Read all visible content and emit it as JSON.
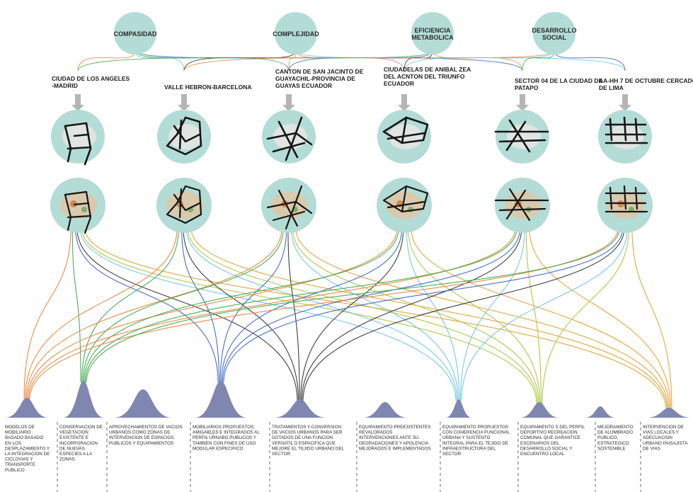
{
  "principles": [
    {
      "label": [
        "COMPASIDAD"
      ]
    },
    {
      "label": [
        "COMPLEJIDAD"
      ]
    },
    {
      "label": [
        "EFICIENCIA",
        "METABOLICA"
      ]
    },
    {
      "label": [
        "DESARROLLO",
        "SOCIAL"
      ]
    }
  ],
  "cases": [
    {
      "label": [
        "CIUDAD DE LOS ANGELES",
        "-MADRID"
      ]
    },
    {
      "label": [
        "VALLE HEBRON-BARCELONA"
      ]
    },
    {
      "label": [
        "CANTON DE SAN JACINTO DE",
        "GUAYACHIL-PROVINCIA DE",
        "GUAYAS ECUADOR"
      ]
    },
    {
      "label": [
        "CIUDADELAS DE ANIBAL ZEA",
        "DEL ACNTON DEL TRIUNFO",
        "ECUADOR"
      ]
    },
    {
      "label": [
        "SECTOR 04 DE LA CIUDAD DE",
        "PATAPO"
      ]
    },
    {
      "label": [
        "AA-HH 7 DE OCTUBRE CERCADO",
        "DE LIMA"
      ]
    }
  ],
  "strategies": [
    {
      "label": [
        "MODELOS DE",
        "MOBILIARIO",
        "BASADO BASADO",
        "EN LOS",
        "DESPLAZAMIENTO Y",
        "LA INTEGRACION DE",
        "CICLOVIAS Y",
        "TRANSPORTE",
        "PUBLICO"
      ]
    },
    {
      "label": [
        "CONSERVACION DE",
        "VEGETACION",
        "EXISTENTE E",
        "INCORPORACION",
        "DE NUEVAS",
        "ESPECIES A LA",
        "ZONAS"
      ]
    },
    {
      "label": [
        "APROVECHAMIENTOS DE VACIOS",
        "URBANOS COMO ZONAS DE",
        "INTERVENCION DE ESPACIOS",
        "PUBLICOS Y EQUIPAMIENTOS"
      ]
    },
    {
      "label": [
        "MOBILIARIOS PROPUESTOS,",
        "AMIGABLES E INTEGRADOS AL",
        "PERFIL URNABO PUBLICOS Y",
        "TAMBIEN CON FINES DE USO",
        "MODULAR ESPECIFICO"
      ]
    },
    {
      "label": [
        "TRATAMIENTOS Y CONVERSION",
        "DE VACIOS URBANOS PARA SER",
        "DOTADOS DE UNA FUNCION",
        "VERSATIL O ESPACIFICA QUE",
        "MEJORE EL TEJIDO URBANO DEL",
        "SECTOR"
      ]
    },
    {
      "label": [
        "EQUIPAMIENTO  PREEXISTENTES",
        "REVALORADOS",
        "INTERVENCIONES ANTE SU",
        "DEGRADACIONES Y APOLENCIA",
        "MEJORADOS E IMPLEMENTADOS"
      ]
    },
    {
      "label": [
        "EQUIPAMIENTO  PROPUESTOS",
        "CON COHERENCIA FUNCIONAL",
        "URBANA Y SUSTENTO",
        "INTEGRAL PARA EL TEJIDO DE",
        "INFRAESTRUCTURA DEL",
        "SECTOR"
      ]
    },
    {
      "label": [
        "EQUIPAMIENTO S DEL PERFIL",
        "DEPORTIVO RECREACION",
        "COMUNAL QUE GARANTICE",
        "ESCENARIOS DEL",
        "DESARROLLO SOCIAL Y",
        "ENCUENTRO LOCAL"
      ]
    },
    {
      "label": [
        "MEJORAMIENTO",
        "DE ALUMBRADO",
        "PUBLICO,",
        "ESTRATEGICO",
        "SOSTENIBLE"
      ]
    },
    {
      "label": [
        "INTERVENCION DE",
        "VIAS LOCALES Y",
        "ADECUACION",
        "URBANO PAISAJISTA",
        "DE VIAS"
      ]
    }
  ],
  "colors": {
    "node": "#b4dcd6",
    "peak": "#7f86b0",
    "arrow": "#b5b5b5",
    "links": [
      "#e8823a",
      "#3aa84a",
      "#3a62c8",
      "#2e2e2e",
      "#6ec4de",
      "#a9c43a",
      "#e0a030"
    ]
  }
}
